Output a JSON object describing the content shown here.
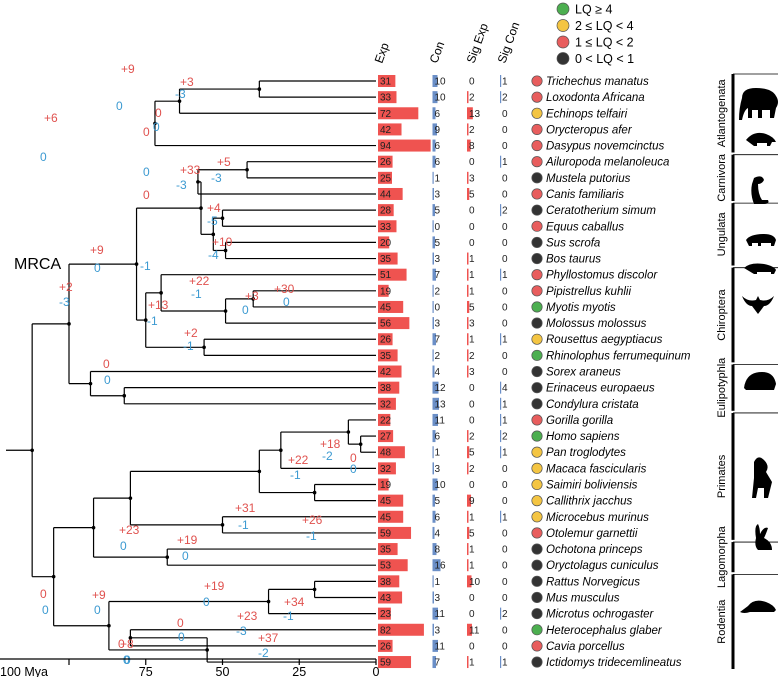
{
  "root_label": "MRCA",
  "columns": {
    "exp": "Exp",
    "con": "Con",
    "sig_exp": "Sig Exp",
    "sig_con": "Sig Con"
  },
  "legend": [
    {
      "label": "LQ ≥ 4",
      "color": "#4caf50"
    },
    {
      "label": "2 ≤ LQ < 4",
      "color": "#f4c542"
    },
    {
      "label": "1 ≤ LQ < 2",
      "color": "#e85d5d"
    },
    {
      "label": "0 < LQ < 1",
      "color": "#333333"
    }
  ],
  "axis": {
    "ticks": [
      "100 Mya",
      "75",
      "50",
      "25",
      "0"
    ]
  },
  "species": [
    {
      "name": "Trichechus manatus",
      "exp": 31,
      "con": 10,
      "sig_exp": 0,
      "sig_con": 1,
      "lq": "red"
    },
    {
      "name": "Loxodonta Africana",
      "exp": 33,
      "con": 10,
      "sig_exp": 2,
      "sig_con": 2,
      "lq": "red"
    },
    {
      "name": "Echinops telfairi",
      "exp": 72,
      "con": 6,
      "sig_exp": 13,
      "sig_con": 0,
      "lq": "yellow"
    },
    {
      "name": "Orycteropus afer",
      "exp": 42,
      "con": 9,
      "sig_exp": 2,
      "sig_con": 0,
      "lq": "red"
    },
    {
      "name": "Dasypus novemcinctus",
      "exp": 94,
      "con": 6,
      "sig_exp": 8,
      "sig_con": 0,
      "lq": "red"
    },
    {
      "name": "Ailuropoda melanoleuca",
      "exp": 26,
      "con": 6,
      "sig_exp": 0,
      "sig_con": 1,
      "lq": "red"
    },
    {
      "name": "Mustela putorius",
      "exp": 25,
      "con": 1,
      "sig_exp": 3,
      "sig_con": 0,
      "lq": "dark"
    },
    {
      "name": "Canis familiaris",
      "exp": 44,
      "con": 3,
      "sig_exp": 5,
      "sig_con": 0,
      "lq": "red"
    },
    {
      "name": "Ceratotherium simum",
      "exp": 28,
      "con": 5,
      "sig_exp": 0,
      "sig_con": 2,
      "lq": "dark"
    },
    {
      "name": "Equus caballus",
      "exp": 33,
      "con": 0,
      "sig_exp": 0,
      "sig_con": 0,
      "lq": "red"
    },
    {
      "name": "Sus scrofa",
      "exp": 20,
      "con": 5,
      "sig_exp": 0,
      "sig_con": 0,
      "lq": "dark"
    },
    {
      "name": "Bos taurus",
      "exp": 35,
      "con": 3,
      "sig_exp": 1,
      "sig_con": 0,
      "lq": "dark"
    },
    {
      "name": "Phyllostomus discolor",
      "exp": 51,
      "con": 7,
      "sig_exp": 1,
      "sig_con": 1,
      "lq": "red"
    },
    {
      "name": "Pipistrellus kuhlii",
      "exp": 19,
      "con": 2,
      "sig_exp": 1,
      "sig_con": 0,
      "lq": "red"
    },
    {
      "name": "Myotis myotis",
      "exp": 45,
      "con": 0,
      "sig_exp": 5,
      "sig_con": 0,
      "lq": "green"
    },
    {
      "name": "Molossus molossus",
      "exp": 56,
      "con": 3,
      "sig_exp": 3,
      "sig_con": 0,
      "lq": "dark"
    },
    {
      "name": "Rousettus aegyptiacus",
      "exp": 26,
      "con": 7,
      "sig_exp": 1,
      "sig_con": 1,
      "lq": "yellow"
    },
    {
      "name": "Rhinolophus ferrumequinum",
      "exp": 35,
      "con": 2,
      "sig_exp": 2,
      "sig_con": 0,
      "lq": "green"
    },
    {
      "name": "Sorex araneus",
      "exp": 42,
      "con": 4,
      "sig_exp": 3,
      "sig_con": 0,
      "lq": "dark"
    },
    {
      "name": "Erinaceus europaeus",
      "exp": 38,
      "con": 12,
      "sig_exp": 0,
      "sig_con": 4,
      "lq": "dark"
    },
    {
      "name": "Condylura cristata",
      "exp": 32,
      "con": 13,
      "sig_exp": 0,
      "sig_con": 1,
      "lq": "dark"
    },
    {
      "name": "Gorilla gorilla",
      "exp": 22,
      "con": 11,
      "sig_exp": 0,
      "sig_con": 1,
      "lq": "red"
    },
    {
      "name": "Homo sapiens",
      "exp": 27,
      "con": 6,
      "sig_exp": 2,
      "sig_con": 2,
      "lq": "green"
    },
    {
      "name": "Pan troglodytes",
      "exp": 48,
      "con": 1,
      "sig_exp": 5,
      "sig_con": 1,
      "lq": "yellow"
    },
    {
      "name": "Macaca fascicularis",
      "exp": 32,
      "con": 3,
      "sig_exp": 2,
      "sig_con": 0,
      "lq": "yellow"
    },
    {
      "name": "Saimiri boliviensis",
      "exp": 19,
      "con": 10,
      "sig_exp": 0,
      "sig_con": 0,
      "lq": "yellow"
    },
    {
      "name": "Callithrix jacchus",
      "exp": 45,
      "con": 5,
      "sig_exp": 9,
      "sig_con": 0,
      "lq": "yellow"
    },
    {
      "name": "Microcebus murinus",
      "exp": 45,
      "con": 6,
      "sig_exp": 1,
      "sig_con": 1,
      "lq": "yellow"
    },
    {
      "name": "Otolemur garnettii",
      "exp": 59,
      "con": 4,
      "sig_exp": 5,
      "sig_con": 0,
      "lq": "red"
    },
    {
      "name": "Ochotona princeps",
      "exp": 35,
      "con": 8,
      "sig_exp": 1,
      "sig_con": 0,
      "lq": "dark"
    },
    {
      "name": "Oryctolagus cuniculus",
      "exp": 53,
      "con": 16,
      "sig_exp": 1,
      "sig_con": 0,
      "lq": "dark"
    },
    {
      "name": "Rattus Norvegicus",
      "exp": 38,
      "con": 1,
      "sig_exp": 10,
      "sig_con": 0,
      "lq": "dark"
    },
    {
      "name": "Mus musculus",
      "exp": 43,
      "con": 3,
      "sig_exp": 0,
      "sig_con": 0,
      "lq": "dark"
    },
    {
      "name": "Microtus ochrogaster",
      "exp": 23,
      "con": 11,
      "sig_exp": 0,
      "sig_con": 2,
      "lq": "dark"
    },
    {
      "name": "Heterocephalus glaber",
      "exp": 82,
      "con": 3,
      "sig_exp": 11,
      "sig_con": 0,
      "lq": "green"
    },
    {
      "name": "Cavia porcellus",
      "exp": 26,
      "con": 11,
      "sig_exp": 0,
      "sig_con": 0,
      "lq": "red"
    },
    {
      "name": "Ictidomys tridecemlineatus",
      "exp": 59,
      "con": 7,
      "sig_exp": 1,
      "sig_con": 1,
      "lq": "dark"
    }
  ],
  "clades": [
    {
      "name": "Atlantogenata",
      "from": 0,
      "to": 4
    },
    {
      "name": "Carnivora",
      "from": 5,
      "to": 7
    },
    {
      "name": "Ungulata",
      "from": 8,
      "to": 11
    },
    {
      "name": "Chiroptera",
      "from": 12,
      "to": 17
    },
    {
      "name": "Eulipotyphla",
      "from": 18,
      "to": 20
    },
    {
      "name": "Primates",
      "from": 21,
      "to": 28
    },
    {
      "name": "Lagomorpha",
      "from": 29,
      "to": 30
    },
    {
      "name": "Rodentia",
      "from": 31,
      "to": 36
    }
  ],
  "branch_labels": [
    {
      "gain": "+3",
      "loss": "-3"
    },
    {
      "gain": "+9",
      "loss": "0"
    },
    {
      "gain": "0",
      "loss": "0"
    },
    {
      "gain": "+6",
      "loss": "0"
    },
    {
      "gain": "+5",
      "loss": "-3"
    },
    {
      "gain": "+33",
      "loss": "-3"
    },
    {
      "gain": "+4",
      "loss": "-5"
    },
    {
      "gain": "+10",
      "loss": "-4"
    },
    {
      "gain": "0",
      "loss": "-1"
    },
    {
      "gain": "0",
      "loss": "0"
    },
    {
      "gain": "+30",
      "loss": "0"
    },
    {
      "gain": "+3",
      "loss": "0"
    },
    {
      "gain": "+22",
      "loss": "-1"
    },
    {
      "gain": "+2",
      "loss": "-1"
    },
    {
      "gain": "+13",
      "loss": "-1"
    },
    {
      "gain": "+9",
      "loss": "0"
    },
    {
      "gain": "0",
      "loss": "0"
    },
    {
      "gain": "+2",
      "loss": "-3"
    },
    {
      "gain": "+18",
      "loss": "-2"
    },
    {
      "gain": "0",
      "loss": "0"
    },
    {
      "gain": "+22",
      "loss": "-1"
    },
    {
      "gain": "+26",
      "loss": "-1"
    },
    {
      "gain": "+31",
      "loss": "-1"
    },
    {
      "gain": "+19",
      "loss": "0"
    },
    {
      "gain": "+23",
      "loss": "0"
    },
    {
      "gain": "+19",
      "loss": "0"
    },
    {
      "gain": "+34",
      "loss": "-1"
    },
    {
      "gain": "+23",
      "loss": "-3"
    },
    {
      "gain": "0",
      "loss": "0"
    },
    {
      "gain": "+37",
      "loss": "-2"
    },
    {
      "gain": "+8",
      "loss": "0"
    },
    {
      "gain": "0",
      "loss": "0"
    },
    {
      "gain": "+9",
      "loss": "0"
    },
    {
      "gain": "0",
      "loss": "0"
    }
  ],
  "colors": {
    "gain": "#e0524f",
    "loss": "#3c9ad1",
    "exp_bar": "#ef5350",
    "con_bar": "#6b8fc7"
  }
}
